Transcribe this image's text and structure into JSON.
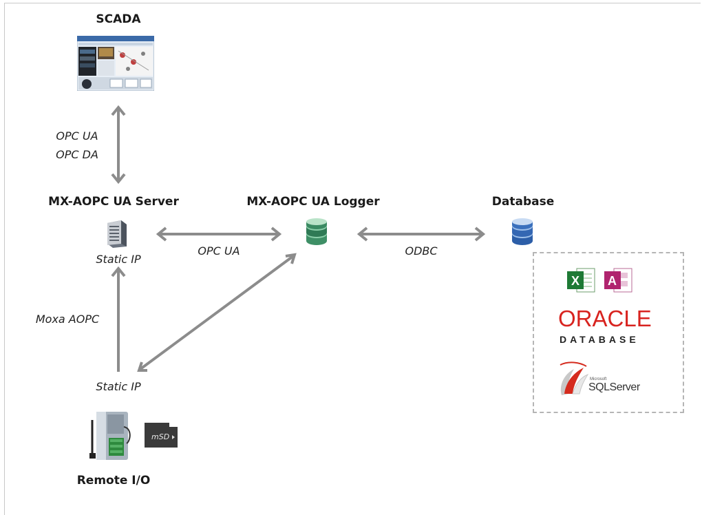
{
  "nodes": {
    "scada": "SCADA",
    "server": "MX-AOPC UA Server",
    "logger": "MX-AOPC UA Logger",
    "database": "Database",
    "remote_io": "Remote I/O"
  },
  "protocols": {
    "scada_line1": "OPC  UA",
    "scada_line2": "OPC  DA",
    "server_logger": "OPC  UA",
    "logger_database": "ODBC",
    "moxa": "Moxa  AOPC"
  },
  "ip": {
    "server": "Static IP",
    "remote": "Static IP"
  },
  "db_products": {
    "oracle": "ORACLE",
    "oracle_sub": "DATABASE",
    "ms": "Microsoft",
    "sqlserver": "SQLServer",
    "excel_letter": "X",
    "access_letter": "A"
  },
  "colors": {
    "arrow": "#8c8c8c",
    "oracle_red": "#d8231f",
    "excel_green": "#1e7a35",
    "access_magenta": "#b0246e"
  }
}
